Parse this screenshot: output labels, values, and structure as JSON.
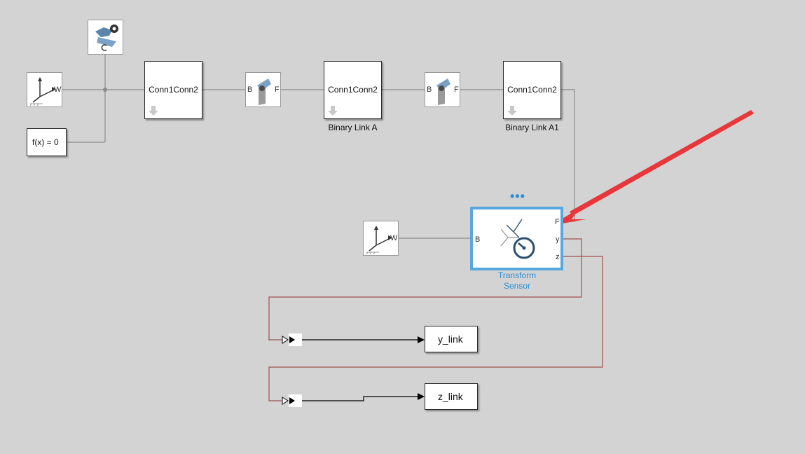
{
  "blocks": {
    "world1": {
      "port": "W"
    },
    "world2": {
      "port": "W"
    },
    "fx": {
      "label": "f(x) = 0"
    },
    "conn1": {
      "label": "Conn1Conn2"
    },
    "conn2": {
      "label": "Conn1Conn2",
      "caption": "Binary Link A"
    },
    "conn3": {
      "label": "Conn1Conn2",
      "caption": "Binary Link A1"
    },
    "rev1": {
      "port_b": "B",
      "port_f": "F"
    },
    "rev2": {
      "port_b": "B",
      "port_f": "F"
    },
    "sensor": {
      "caption_line1": "Transform",
      "caption_line2": "Sensor",
      "port_b": "B",
      "port_f": "F",
      "port_y": "y",
      "port_z": "z",
      "more": "•••"
    },
    "ylink": {
      "label": "y_link"
    },
    "zlink": {
      "label": "z_link"
    }
  },
  "colors": {
    "physical_line": "#8c8c8c",
    "signal_line_red": "#a0524e",
    "signal_line_black": "#000000",
    "selection": "#5aa7de",
    "annotation_arrow": "#e8363a"
  }
}
